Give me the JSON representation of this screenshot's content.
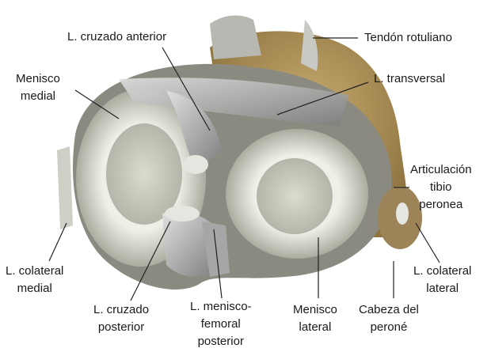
{
  "labels": {
    "acl": [
      "L. cruzado anterior"
    ],
    "patellar_tendon": [
      "Tendón rotuliano"
    ],
    "medial_meniscus": [
      "Menisco",
      "medial"
    ],
    "transverse": [
      "L. transversal"
    ],
    "tibiofibular": [
      "Articulación",
      "tibio",
      "peronea"
    ],
    "mcl": [
      "L. colateral",
      "medial"
    ],
    "pcl": [
      "L. cruzado",
      "posterior"
    ],
    "meniscofemoral": [
      "L. menisco-",
      "femoral",
      "posterior"
    ],
    "lateral_meniscus": [
      "Menisco",
      "lateral"
    ],
    "fibular_head": [
      "Cabeza del",
      "peroné"
    ],
    "lcl": [
      "L. colateral",
      "lateral"
    ]
  },
  "colors": {
    "bone": "#b59a5c",
    "meniscus": "#d9dcd2",
    "ligament": "#9a9a9a",
    "cartilage": "#c9ccc0"
  }
}
